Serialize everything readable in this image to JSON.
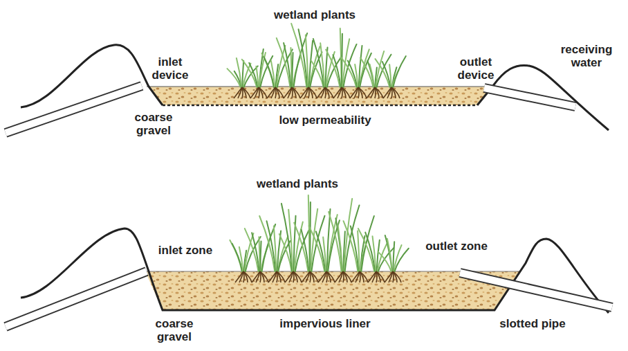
{
  "diagram": {
    "labels": [
      "wetland plants",
      "inlet device",
      "outlet device",
      "receiving water",
      "coarse gravel",
      "low permeability",
      "wetland plants",
      "inlet zone",
      "outlet zone",
      "coarse gravel",
      "impervious liner",
      "slotted pipe"
    ]
  }
}
